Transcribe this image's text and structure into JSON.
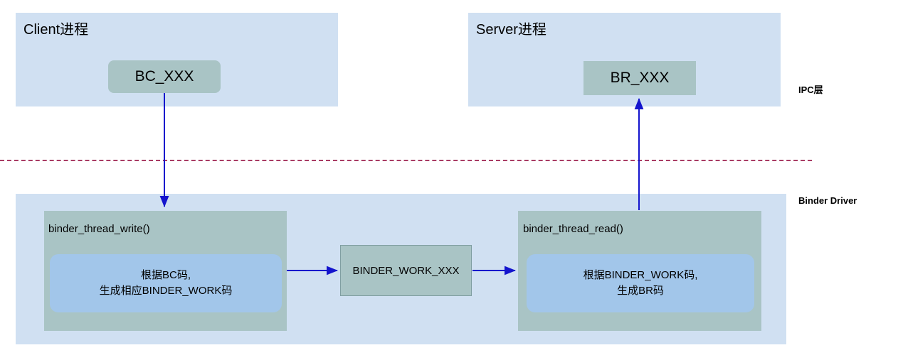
{
  "diagram": {
    "title_hidden": "",
    "colors": {
      "pane_fill": "#d0e0f2",
      "node_fill": "#a9c4c5",
      "inner_fill": "#a2c6ea",
      "arrow": "#1414cd",
      "divider": "#a93b63",
      "text": "#000000"
    },
    "ipc_layer": {
      "client_pane": {
        "title": "Client进程",
        "node": "BC_XXX"
      },
      "server_pane": {
        "title": "Server进程",
        "node": "BR_XXX"
      },
      "layer_label": "IPC层"
    },
    "driver_layer": {
      "layer_label": "Binder Driver",
      "write_block": {
        "label": "binder_thread_write()",
        "inner_line1": "根据BC码,",
        "inner_line2": "生成相应BINDER_WORK码"
      },
      "work_node": "BINDER_WORK_XXX",
      "read_block": {
        "label": "binder_thread_read()",
        "inner_line1": "根据BINDER_WORK码,",
        "inner_line2": "生成BR码"
      }
    },
    "arrows": [
      {
        "name": "bc-to-write",
        "direction": "down"
      },
      {
        "name": "write-to-work",
        "direction": "right"
      },
      {
        "name": "work-to-read",
        "direction": "right"
      },
      {
        "name": "read-to-br",
        "direction": "up"
      }
    ]
  }
}
